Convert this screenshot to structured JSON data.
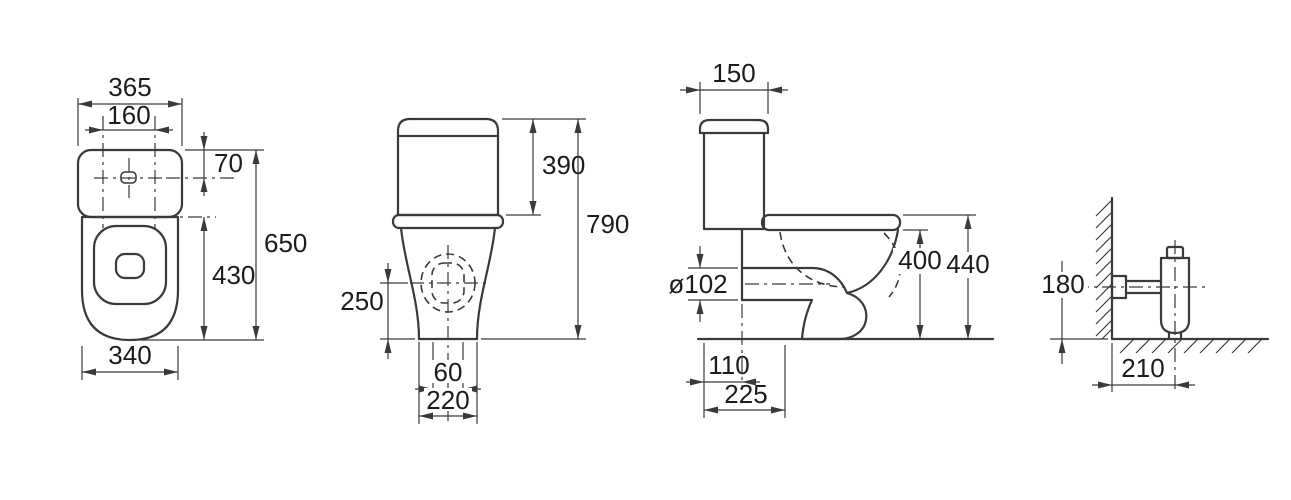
{
  "style": {
    "background": "#ffffff",
    "line_color": "#3a3a3a",
    "text_color": "#1c1c1c"
  },
  "dimensions": {
    "plan": {
      "overall_width": "365",
      "fixing_hole_spacing": "160",
      "inlet_offset": "70",
      "overall_depth": "650",
      "holes_to_front": "430",
      "bowl_width": "340"
    },
    "front": {
      "cistern_height": "390",
      "overall_height": "790",
      "trap_center_height": "250",
      "outlet_width": "60",
      "base_width": "220"
    },
    "side": {
      "cistern_depth": "150",
      "outlet_diameter": "ø102",
      "rim_height": "400",
      "seat_height": "440",
      "outlet_setout": "110",
      "fixing_setout": "225"
    },
    "detail": {
      "supply_height": "180",
      "supply_setout": "210"
    }
  }
}
